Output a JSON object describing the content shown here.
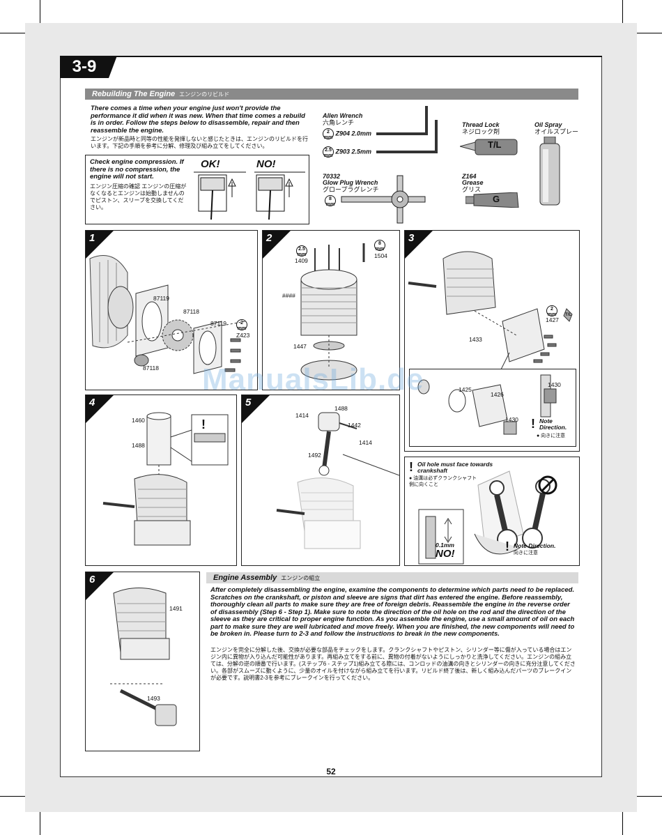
{
  "section": "3-9",
  "rebuild": {
    "title": "Rebuilding The Engine",
    "title_ja": "エンジンのリビルド",
    "intro": "There comes a time when your engine just won't provide the performance it did when it was new. When that time comes a rebuild is in order. Follow the steps below to disassemble, repair and then reassemble the engine.",
    "intro_ja": "エンジンが新品時と同等の性能を発揮しないと感じたときは、エンジンのリビルドを行います。下記の手順を参考に分解、修理及び組み立てをしてください。"
  },
  "compression": {
    "text": "Check engine compression. If there is no compression, the engine will not start.",
    "text_ja": "エンジン圧縮の確認 エンジンの圧縮がなくなるとエンジンは始動しませんのでピストン、スリーブを交換してください。",
    "ok": "OK!",
    "no": "NO!"
  },
  "tools": {
    "allen_title": "Allen Wrench",
    "allen_ja": "六角レンチ",
    "allen1_size": "2 mm",
    "allen1_label": "Z904 2.0mm",
    "allen2_size": "2.5 mm",
    "allen2_label": "Z903 2.5mm",
    "glow_part": "70332",
    "glow_title": "Glow Plug Wrench",
    "glow_ja": "グロープラグレンチ",
    "glow_size": "8 mm",
    "thread_title": "Thread Lock",
    "thread_ja": "ネジロック剤",
    "thread_mark": "T/L",
    "spray_title": "Oil Spray",
    "spray_ja": "オイルスプレー",
    "grease_part": "Z164",
    "grease_title": "Grease",
    "grease_ja": "グリス",
    "grease_mark": "G"
  },
  "steps": {
    "s1": {
      "num": "1",
      "labels": [
        "87119",
        "87118",
        "87119",
        "Z423",
        "87118"
      ],
      "size": "2 mm"
    },
    "s2": {
      "num": "2",
      "labels": [
        "1409",
        "1504",
        "####",
        "1447"
      ],
      "size_a": "2.5 mm",
      "size_b": "8 mm"
    },
    "s3": {
      "num": "3",
      "labels": [
        "1427",
        "1433",
        "1425",
        "1426",
        "1430",
        "1430"
      ],
      "size": "2 mm",
      "tl": "T/L",
      "note": "Note Direction.",
      "note_ja": "● 向きに注意"
    },
    "s4": {
      "num": "4",
      "labels": [
        "1460",
        "1488"
      ]
    },
    "s5": {
      "num": "5",
      "labels": [
        "1488",
        "1414",
        "1442",
        "1414",
        "1492"
      ]
    },
    "oil": {
      "text": "Oil hole must face towards crankshaft",
      "text_ja": "● 油溝は必ずクランクシャフト側に向くこと",
      "gap": "0.1mm",
      "no": "NO!",
      "note": "Note Direction.",
      "note_ja": "向きに注意"
    },
    "s6": {
      "num": "6",
      "labels": [
        "1491",
        "1493"
      ]
    }
  },
  "assembly": {
    "title": "Engine Assembly",
    "title_ja": "エンジンの組立",
    "text": "After completely disassembling the engine, examine the components to determine which parts need to be replaced. Scratches on the crankshaft, or piston and sleeve are signs that dirt has entered the engine. Before reassembly, thoroughly clean all parts to make sure they are free of foreign debris. Reassemble the engine in the reverse order of disassembly (Step 6 - Step 1). Make sure to note the direction of the oil hole on the rod and the direction of the sleeve as they are critical to proper engine function. As you assemble the engine, use a small amount of oil on each part to make sure they are well lubricated and move freely. When you are finished, the new components will need to be broken in. Please turn to 2-3 and follow the instructions to break in the new components.",
    "text_ja": "エンジンを完全に分解した後、交換が必要な部品をチェックをします。クランクシャフトやピストン、シリンダー等に傷が入っている場合はエンジン内に異物が入り込んだ可能性があります。再組み立てをする前に、異物の付着がないようにしっかりと洗浄してください。エンジンの組み立ては、分解の逆の順番で行います。(ステップ6 - ステップ1)組み立てる際には、コンロッドの油溝の向きとシリンダーの向きに充分注意してください。各部がスムーズに動くように、少量のオイルを付けながら組み立てを行います。リビルド終了後は、新しく組み込んだパーツのブレークインが必要です。説明書2-3を参考にブレークインを行ってください。"
  },
  "watermark": "ManualsLib.de",
  "page_number": "52"
}
